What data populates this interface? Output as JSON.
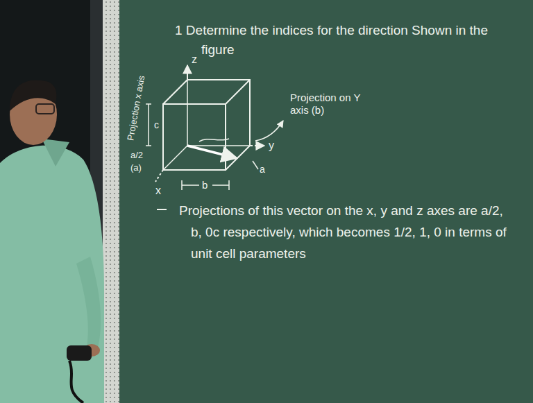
{
  "diagram": {
    "title": "1 Determine the indices for the direction Shown in the figure",
    "labels": [
      "z",
      "y",
      "x",
      "Projection on Y axis (b)",
      "Projection x axis",
      "c",
      "a/2",
      "(a)",
      "b",
      "a",
      "Projections of this vector on the x, y and z axes are a/2, b, 0c respectively, which becomes 1/2, 1, 0 in terms of unit cell parameters"
    ]
  }
}
